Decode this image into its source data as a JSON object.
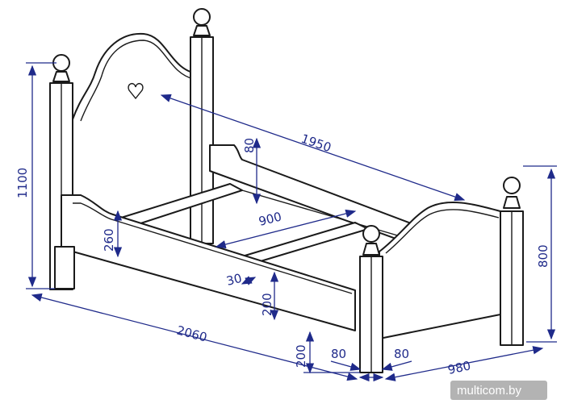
{
  "diagram": {
    "dimensions": {
      "headboard_height": "1100",
      "inner_length": "1950",
      "post_top_80": "80",
      "slat_width_900": "900",
      "side_board_260": "260",
      "slat_30": "30",
      "side_gap_200": "200",
      "overall_length": "2060",
      "leg_height_200": "200",
      "post_width_a": "80",
      "post_width_b": "80",
      "footboard_height": "800",
      "overall_width": "980"
    },
    "colors": {
      "ink": "#1a1a1a",
      "dimension": "#1f2a8a"
    }
  },
  "watermark": "multicom.by"
}
